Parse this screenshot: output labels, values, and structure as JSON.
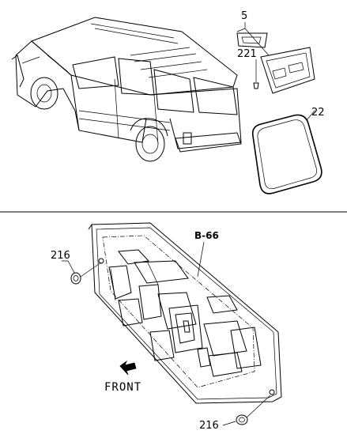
{
  "callouts": {
    "part_5": "5",
    "part_221": "221",
    "part_22": "22",
    "part_216_top": "216",
    "part_216_bottom": "216",
    "ref_b66": "B-66"
  },
  "direction": {
    "label": "FRONT"
  }
}
